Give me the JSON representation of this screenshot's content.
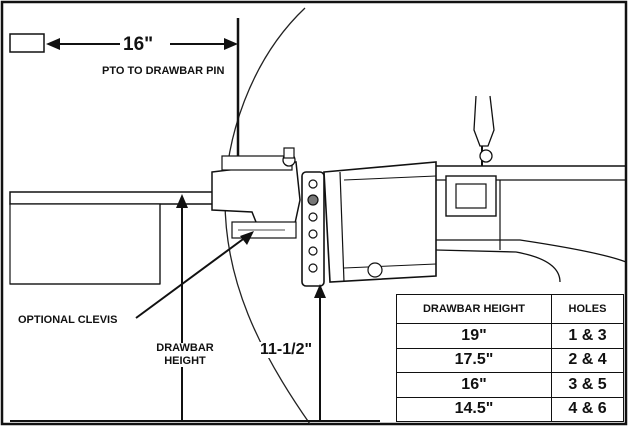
{
  "labels": {
    "pto_distance": "16\"",
    "pto_caption": "PTO TO DRAWBAR PIN",
    "optional_clevis": "OPTIONAL CLEVIS",
    "drawbar_height_line1": "DRAWBAR",
    "drawbar_height_line2": "HEIGHT",
    "ground_clearance": "11-1/2\""
  },
  "table": {
    "headers": [
      "DRAWBAR HEIGHT",
      "HOLES"
    ],
    "rows": [
      [
        "19\"",
        "1 & 3"
      ],
      [
        "17.5\"",
        "2 & 4"
      ],
      [
        "16\"",
        "3 & 5"
      ],
      [
        "14.5\"",
        "4 & 6"
      ]
    ]
  }
}
